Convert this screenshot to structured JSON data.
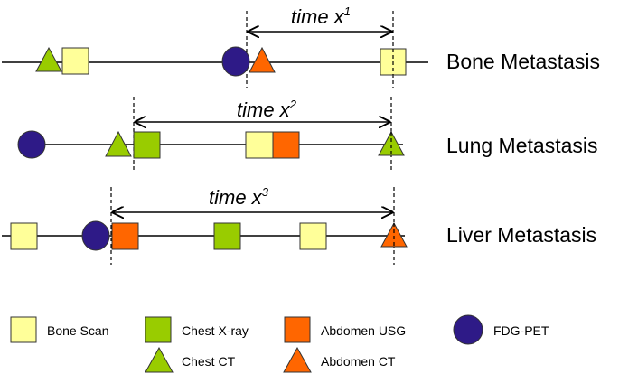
{
  "colors": {
    "bone_scan": "#ffff99",
    "chest_xray": "#99cc00",
    "chest_ct": "#99cc00",
    "abdomen_usg": "#ff6600",
    "abdomen_ct": "#ff6600",
    "fdg_pet": "#2e1a87",
    "line": "#000000"
  },
  "rows": [
    {
      "label": "Bone Metastasis",
      "time_text": "time x",
      "time_sup": "1"
    },
    {
      "label": "Lung Metastasis",
      "time_text": "time x",
      "time_sup": "2"
    },
    {
      "label": "Liver Metastasis",
      "time_text": "time x",
      "time_sup": "3"
    }
  ],
  "legend": {
    "bone_scan": "Bone Scan",
    "chest_xray": "Chest X-ray",
    "abdomen_usg": "Abdomen USG",
    "fdg_pet": "FDG-PET",
    "chest_ct": "Chest CT",
    "abdomen_ct": "Abdomen CT"
  }
}
